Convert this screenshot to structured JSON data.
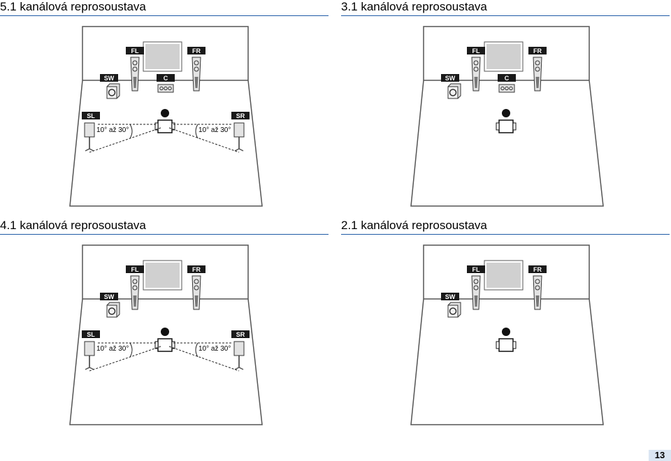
{
  "panels": [
    {
      "title": "5.1 kanálová reprosoustava",
      "has_center": true,
      "has_surround": true
    },
    {
      "title": "3.1 kanálová reprosoustava",
      "has_center": true,
      "has_surround": false
    },
    {
      "title": "4.1 kanálová reprosoustava",
      "has_center": false,
      "has_surround": true
    },
    {
      "title": "2.1 kanálová reprosoustava",
      "has_center": false,
      "has_surround": false
    }
  ],
  "labels": {
    "fl": "FL",
    "fr": "FR",
    "c": "C",
    "sw": "SW",
    "sl": "SL",
    "sr": "SR"
  },
  "angle_text": "10° až 30°",
  "page_number": "13",
  "colors": {
    "title_rule": "#1f5aa6",
    "tag_bg": "#1a1a1a",
    "speaker_fill": "#e3e3e3",
    "room_line": "#555555"
  }
}
